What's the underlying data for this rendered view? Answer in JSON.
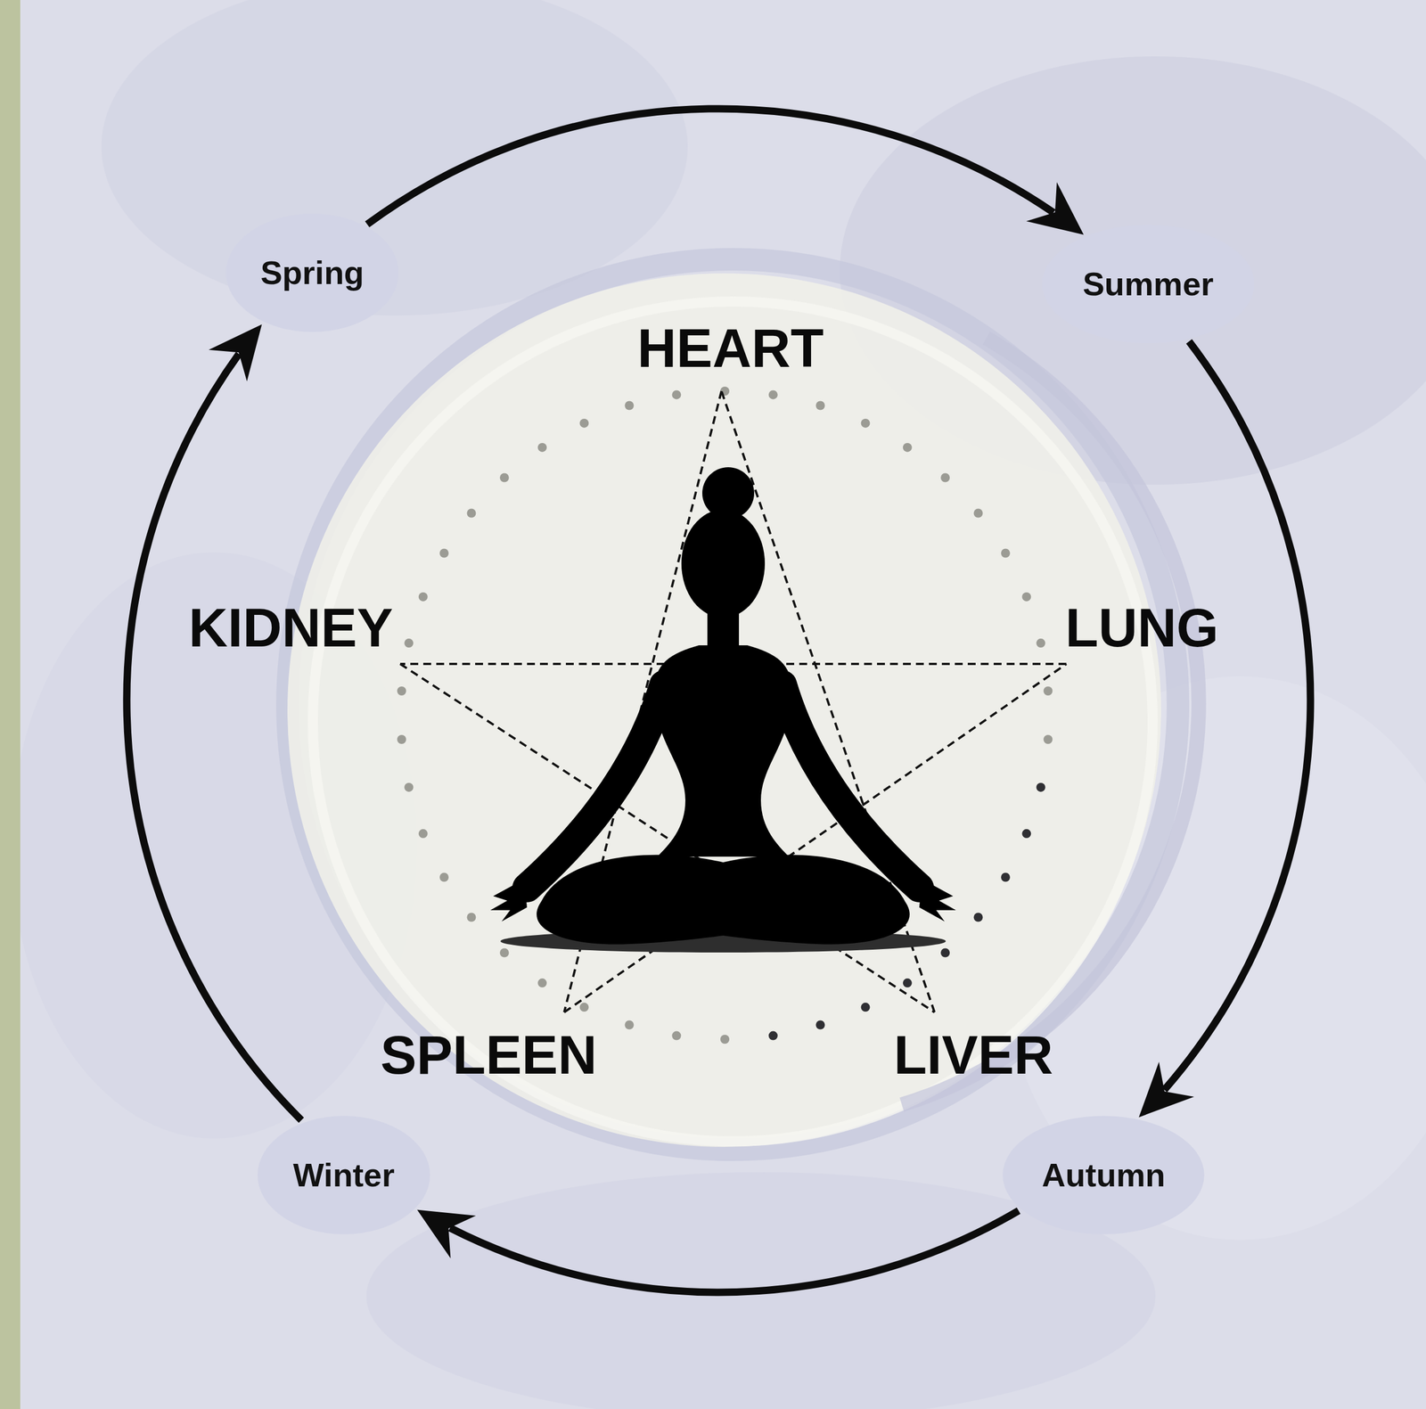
{
  "diagram": {
    "nodes": [
      {
        "text": [
          "Spring"
        ]
      },
      {
        "text": [
          "Summer"
        ]
      },
      {
        "text": [
          "Winter"
        ]
      },
      {
        "text": [
          "Autumn"
        ]
      }
    ],
    "edges": [
      {
        "from": 0,
        "to": 1,
        "arrow": "to"
      },
      {
        "from": 1,
        "to": 3,
        "arrow": "to"
      },
      {
        "from": 3,
        "to": 2,
        "arrow": "to"
      },
      {
        "from": 2,
        "to": 0,
        "arrow": "to"
      }
    ],
    "labels": [
      "HEART",
      "KIDNEY",
      "LUNG",
      "SPLEEN",
      "LIVER"
    ]
  }
}
